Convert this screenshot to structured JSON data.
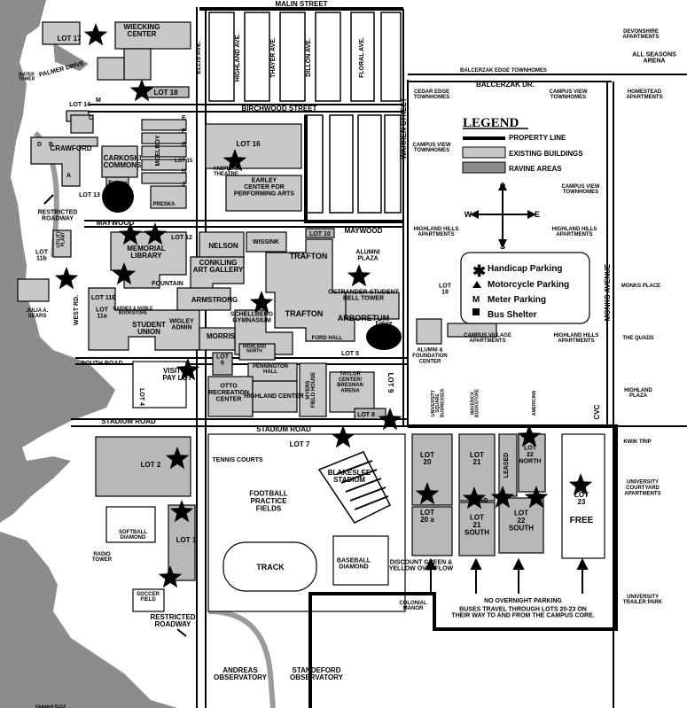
{
  "streets": {
    "malin": "MALIN STREET",
    "ellis": "ELLIS AVE.",
    "highland": "HIGHLAND AVE.",
    "thayer": "THAYER AVE.",
    "dillon": "DILLON AVE.",
    "floral": "FLORAL AVE.",
    "balcerzak": "BALCERZAK DR.",
    "birchwood": "BIRCHWOOD STREET",
    "warren": "WARREN STREET",
    "monks": "MONKS AVENUE",
    "maywood_w": "MAYWOOD",
    "maywood_e": "MAYWOOD",
    "south_road": "SOUTH ROAD",
    "stadium_road_w": "STADIUM ROAD",
    "stadium_road_c": "STADIUM ROAD",
    "west_rd": "WEST RD.",
    "palmer": "PALMER DRIVE",
    "restricted1": "RESTRICTED\nROADWAY",
    "restricted2": "RESTRICTED\nROADWAY",
    "road": "ROAD",
    "cvc": "CVC"
  },
  "lots": {
    "lot17": "LOT 17",
    "lot18": "LOT 18",
    "lot14": "LOT 14",
    "lot16": "LOT 16",
    "lot15": "LOT 15",
    "lot13": "LOT 13",
    "lot12": "LOT 12",
    "lot10": "LOT 10",
    "lot11b": "LOT\n11b",
    "lot11e": "LOT 11E",
    "lot11a": "LOT\n11a",
    "lot19": "LOT\n19",
    "lot5": "LOT 5",
    "lot6": "LOT\n6",
    "lot4": "LOT 4",
    "lot9": "LOT 9",
    "lot8": "LOT 8",
    "lot7": "LOT 7",
    "lot2": "LOT 2",
    "lot1": "LOT 1",
    "lot20": "LOT\n20",
    "lot20a": "LOT\n20 a",
    "lot21": "LOT\n21",
    "lot21s": "LOT\n21\nSOUTH",
    "leased": "LEASED",
    "lot22n": "LOT\n22\nNORTH",
    "lot22s": "LOT\n22\nSOUTH",
    "lot23": "LOT\n23",
    "free": "FREE",
    "visitor": "VISITOR\nPAY LOT"
  },
  "buildings": {
    "wiecking": "WIECKING\nCENTER",
    "crawford": "CRAWFORD",
    "carkoski": "CARKOSKI\nCOMMONS",
    "mcelroy": "MCELROY",
    "preska": "PRESKA",
    "future_dining": "Future\nDining\nHall",
    "andreas_theatre": "ANDREAS\nTHEATRE",
    "earley": "EARLEY\nCENTER FOR\nPERFORMING ARTS",
    "utility": "UTILITY\nPLANT",
    "memorial": "MEMORIAL\nLIBRARY",
    "nelson": "NELSON",
    "wissink": "WISSINK",
    "trafton1": "TRAFTON",
    "trafton2": "TRAFTON",
    "alumni_plaza": "ALUMNI\nPLAZA",
    "conkling": "CONKLING\nART GALLERY",
    "fountain": "FOUNTAIN",
    "ostrander": "OSTRANDER-STUDENT\nBELL TOWER",
    "arboretum": "ARBORETUM",
    "julia": "JULIA A.\nSEARS",
    "barnes": "BARNES & NOBLE\nBOOKSTORE",
    "armstrong": "ARMSTRONG",
    "schellberg": "SCHELLBERG\nGYMNASIUM",
    "student_union": "STUDENT\nUNION",
    "wigley": "WIGLEY\nADMIN",
    "morris": "MORRIS",
    "ford_hall": "FORD HALL",
    "future_health": "Future\nHealth\nSciences",
    "highland_north": "HIGHLAND\nNORTH",
    "pennington": "PENNINGTON\nHALL",
    "otto": "OTTO\nRECREATION\nCENTER",
    "highland_center": "HIGHLAND CENTER",
    "myers": "MYERS\nFIELD HOUSE",
    "taylor": "TAYLOR\nCENTER/\nBRESNAN\nARENA",
    "alumni_foundation": "ALUMNI &\nFOUNDATION\nCENTER",
    "tennis": "TENNIS COURTS",
    "football": "FOOTBALL\nPRACTICE\nFIELDS",
    "blakeslee": "BLAKESLEE\nSTADIUM",
    "track": "TRACK",
    "baseball": "BASEBALL\nDIAMOND",
    "softball": "SOFTBALL\nDIAMOND",
    "radio": "RADIO\nTOWER",
    "soccer": "SOCCER\nFIELD",
    "water_tower": "WATER\nTOWER",
    "andreas_obs": "ANDREAS\nOBSERVATORY",
    "standeford": "STANDEFORD\nOBSERVATORY",
    "colonial": "COLONIAL\nMANOR"
  },
  "areas": {
    "devonshire": "DEVONSHIRE\nAPARTMENTS",
    "all_seasons": "ALL SEASONS\nARENA",
    "balcerzak_edge": "BALCERZAK EDGE TOWNHOMES",
    "homestead": "HOMESTEAD\nAPARTMENTS",
    "cedar_edge": "CEDAR EDGE\nTOWNHOMES",
    "campus_view_1": "CAMPUS VIEW\nTOWNHOMES",
    "campus_view_2": "CAMPUS VIEW\nTOWNHOMES",
    "campus_view_3": "CAMPUS VIEW\nTOWNHOMES",
    "highland_hills_1": "HIGHLAND HILLS\nAPARTMENTS",
    "highland_hills_2": "HIGHLAND HILLS\nAPARTMENTS",
    "highland_hills_3": "HIGHLAND HILLS\nAPARTMENTS",
    "monks_place": "MONKS PLACE",
    "the_quads": "THE QUADS",
    "highland_plaza": "HIGHLAND\nPLAZA",
    "campus_village": "CAMPUS VILLAGE\nAPARTMENTS",
    "kwik_trip": "KWIK TRIP",
    "univ_courtyard": "UNIVERSITY\nCOURTYARD\nAPARTMENTS",
    "univ_trailer": "UNIVERSITY\nTRAILER PARK",
    "univ_square": "UNIVERSITY\nSQUARE\nBUSINESSES",
    "maverick": "MAVERICK\nBOOKSTORE",
    "americinn": "AMERICINN",
    "discount": "DISCOUNT GREEN &\nYELLOW OVERFLOW",
    "no_overnight": "NO OVERNIGHT PARKING",
    "buses": "BUSES TRAVEL THROUGH LOTS 20-23 ON\nTHEIR WAY TO AND FROM THE CAMPUS CORE."
  },
  "legend": {
    "title": "LEGEND",
    "property": "PROPERTY LINE",
    "existing": "EXISTING BUILDINGS",
    "ravine": "RAVINE AREAS",
    "handicap": "Handicap Parking",
    "motorcycle": "Motorcycle Parking",
    "meter_symbol": "M",
    "meter": "Meter Parking",
    "bus": "Bus Shelter",
    "n": "N",
    "s": "S",
    "e": "E",
    "w": "W"
  },
  "letters": [
    "A",
    "B",
    "C",
    "D",
    "E",
    "F",
    "G",
    "H",
    "J",
    "M"
  ],
  "footer": "Updated 01/14",
  "colors": {
    "ravine": "#8c8c8c",
    "building": "#c8c8c8",
    "lot": "#b8b8b8",
    "ink": "#000000",
    "path": "#9a9a9a"
  }
}
